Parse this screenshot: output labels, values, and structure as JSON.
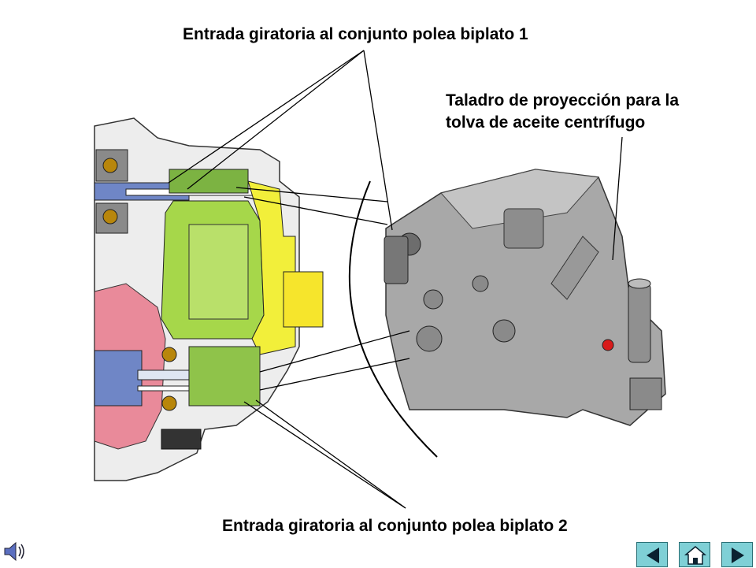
{
  "labels": {
    "top": "Entrada giratoria al conjunto polea biplato 1",
    "right_line1": "Taladro de proyección para la",
    "right_line2": "tolva de aceite centrífugo",
    "bottom": "Entrada giratoria al conjunto polea biplato 2"
  },
  "nav": {
    "prev_icon": "triangle-left-icon",
    "home_icon": "home-icon",
    "next_icon": "triangle-right-icon"
  },
  "colors": {
    "green": "#a6d74a",
    "yellow": "#f2ef3a",
    "pink": "#e98a9a",
    "blue": "#6f86c6",
    "housing_gray": "#9a9a9a",
    "nav_button": "#7fd0d6",
    "highlight_red": "#d81b1b"
  }
}
